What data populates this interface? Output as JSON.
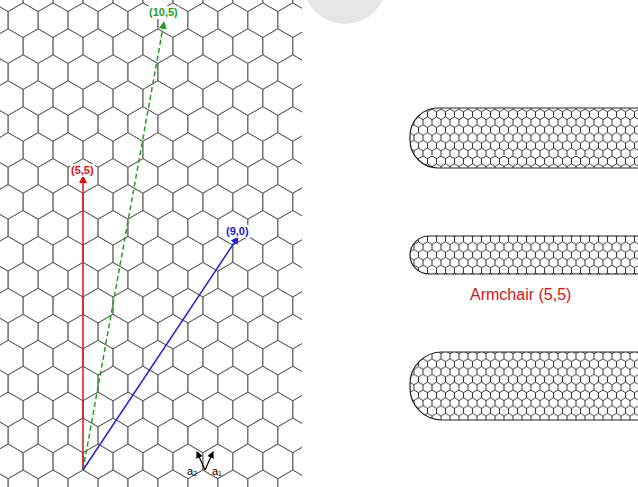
{
  "diagram": {
    "labels": [
      "(10,5)",
      "(5,5)",
      "(9,0)",
      "a₂",
      "a₁",
      "Armchair (5,5)"
    ]
  }
}
